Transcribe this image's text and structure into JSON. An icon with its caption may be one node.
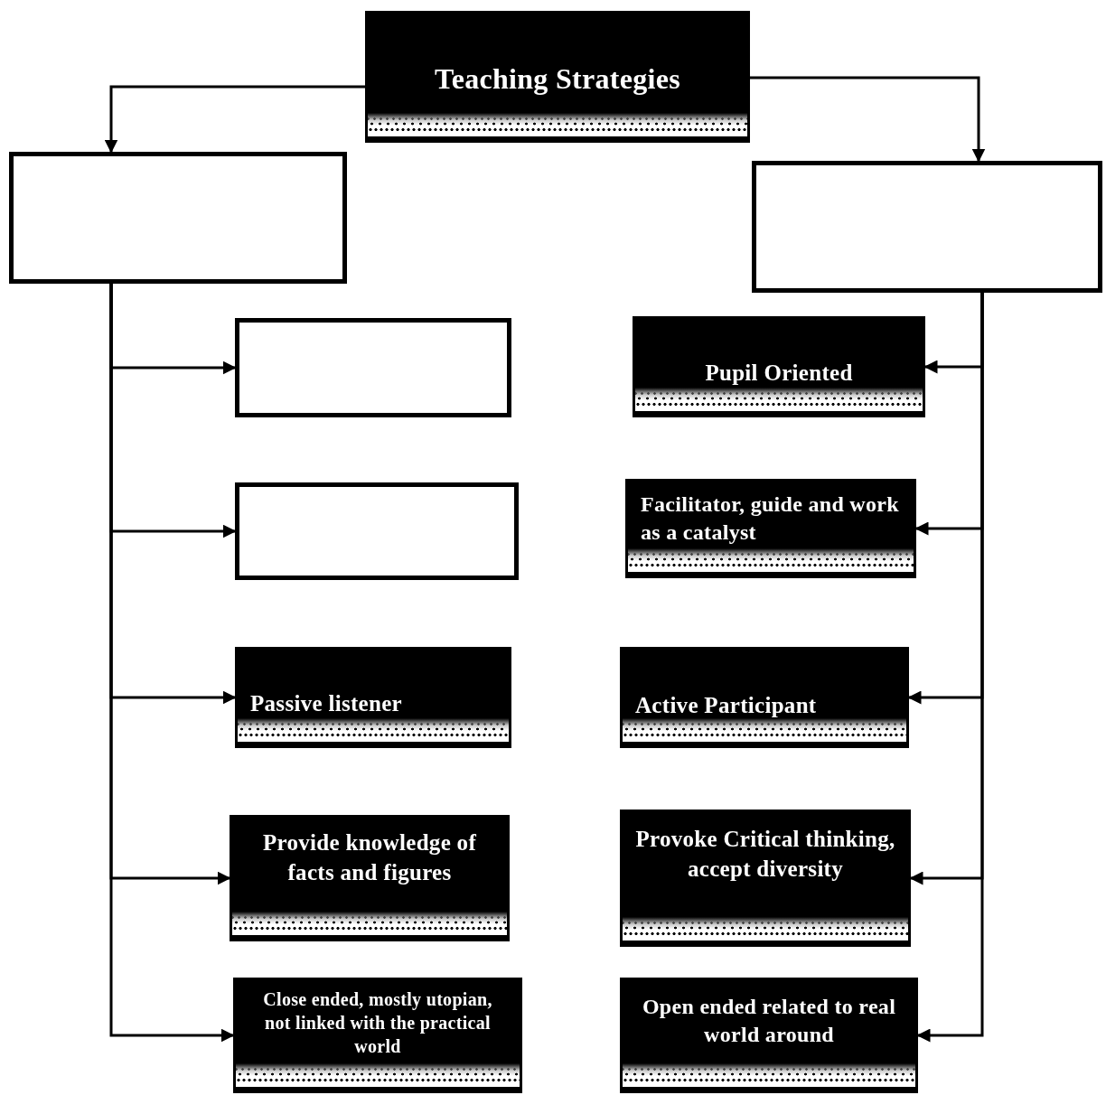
{
  "diagram": {
    "nodes": [
      {
        "text": [
          "Teaching Strategies"
        ]
      },
      {
        "text": [],
        "shape": "box"
      },
      {
        "text": [],
        "shape": "box"
      },
      {
        "text": [],
        "shape": "box"
      },
      {
        "text": [],
        "shape": "box"
      },
      {
        "text": [
          "Passive listener"
        ]
      },
      {
        "text": [
          "Provide knowledge of facts and figures"
        ]
      },
      {
        "text": [
          "Close ended, mostly utopian, not linked with the practical world"
        ]
      },
      {
        "text": [
          "Pupil Oriented"
        ]
      },
      {
        "text": [
          "Facilitator, guide and work as a catalyst"
        ]
      },
      {
        "text": [
          "Active Participant"
        ]
      },
      {
        "text": [
          "Provoke Critical thinking, accept diversity"
        ]
      },
      {
        "text": [
          "Open ended related to real world around"
        ]
      }
    ],
    "edges": [
      {
        "from": 0,
        "to": 1,
        "arrow": "to"
      },
      {
        "from": 0,
        "to": 2,
        "arrow": "to"
      },
      {
        "from": 1,
        "to": 3,
        "arrow": "to"
      },
      {
        "from": 1,
        "to": 4,
        "arrow": "to"
      },
      {
        "from": 1,
        "to": 5,
        "arrow": "to"
      },
      {
        "from": 1,
        "to": 6,
        "arrow": "to"
      },
      {
        "from": 1,
        "to": 7,
        "arrow": "to"
      },
      {
        "from": 2,
        "to": 8,
        "arrow": "to"
      },
      {
        "from": 2,
        "to": 9,
        "arrow": "to"
      },
      {
        "from": 2,
        "to": 10,
        "arrow": "to"
      },
      {
        "from": 2,
        "to": 11,
        "arrow": "to"
      },
      {
        "from": 2,
        "to": 12,
        "arrow": "to"
      }
    ]
  }
}
